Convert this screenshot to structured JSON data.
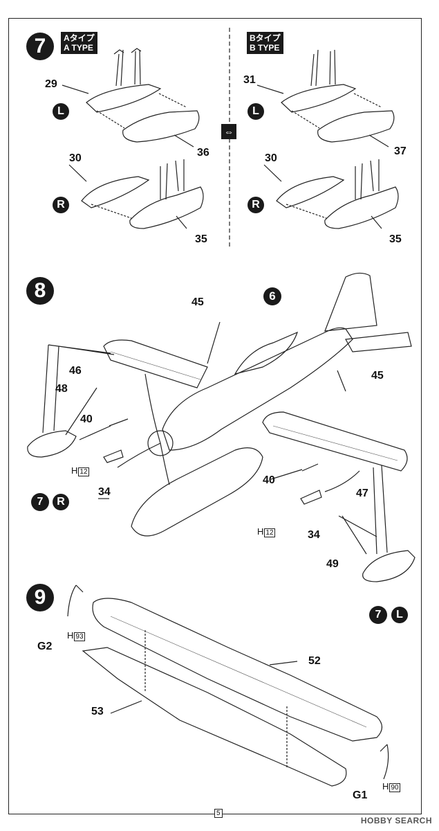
{
  "steps": {
    "step7": {
      "number": "7",
      "type_a": {
        "jp": "Aタイプ",
        "en": "A TYPE"
      },
      "type_b": {
        "jp": "Bタイプ",
        "en": "B TYPE"
      },
      "side_left": "L",
      "side_right": "R",
      "parts_a": {
        "p29": "29",
        "p36": "36",
        "p30": "30",
        "p35": "35"
      },
      "parts_b": {
        "p31": "31",
        "p37": "37",
        "p30": "30",
        "p35": "35"
      }
    },
    "step8": {
      "number": "8",
      "parts": {
        "p45a": "45",
        "p6": "6",
        "p45b": "45",
        "p46": "46",
        "p48": "48",
        "p40a": "40",
        "p34a": "34",
        "p40b": "40",
        "p34b": "34",
        "p47": "47",
        "p49": "49"
      },
      "colors": {
        "h12a": "H",
        "h12a_box": "12",
        "h12b": "H",
        "h12b_box": "12"
      },
      "ref_left": {
        "step": "7",
        "side": "R"
      },
      "ref_right": {
        "step": "7",
        "side": "L"
      }
    },
    "step9": {
      "number": "9",
      "parts": {
        "p52": "52",
        "p53": "53"
      },
      "g2": "G2",
      "h93": "H",
      "h93_box": "93",
      "g1": "G1",
      "h90": "H",
      "h90_box": "90"
    }
  },
  "footer": {
    "page": "5",
    "watermark": "HOBBY SEARCH"
  }
}
